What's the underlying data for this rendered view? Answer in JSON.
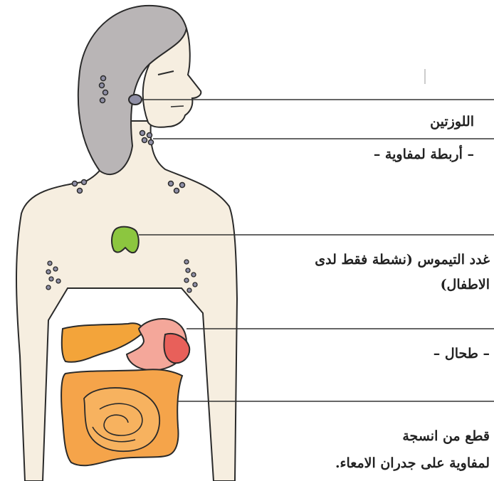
{
  "labels": {
    "tonsils": "اللوزتين",
    "lymph_nodes": "– أربطة لمفاوية –",
    "thymus_line1": "غدد التيموس (نشطة فقط لدى",
    "thymus_line2": "الاطفال)",
    "spleen": "– طحال –",
    "intestine_line1": "قطع من انسجة",
    "intestine_line2": "لمفاوية على جدران الامعاء."
  },
  "colors": {
    "skin": "#f6eee0",
    "outline": "#2a2a2a",
    "hair": "#b9b5b6",
    "node": "#8f8fa6",
    "thymus": "#8cc63f",
    "liver": "#f3a43a",
    "stomach": "#f4a79a",
    "spleen": "#e8605a",
    "intestine": "#f5a44a",
    "leader": "#333333"
  }
}
